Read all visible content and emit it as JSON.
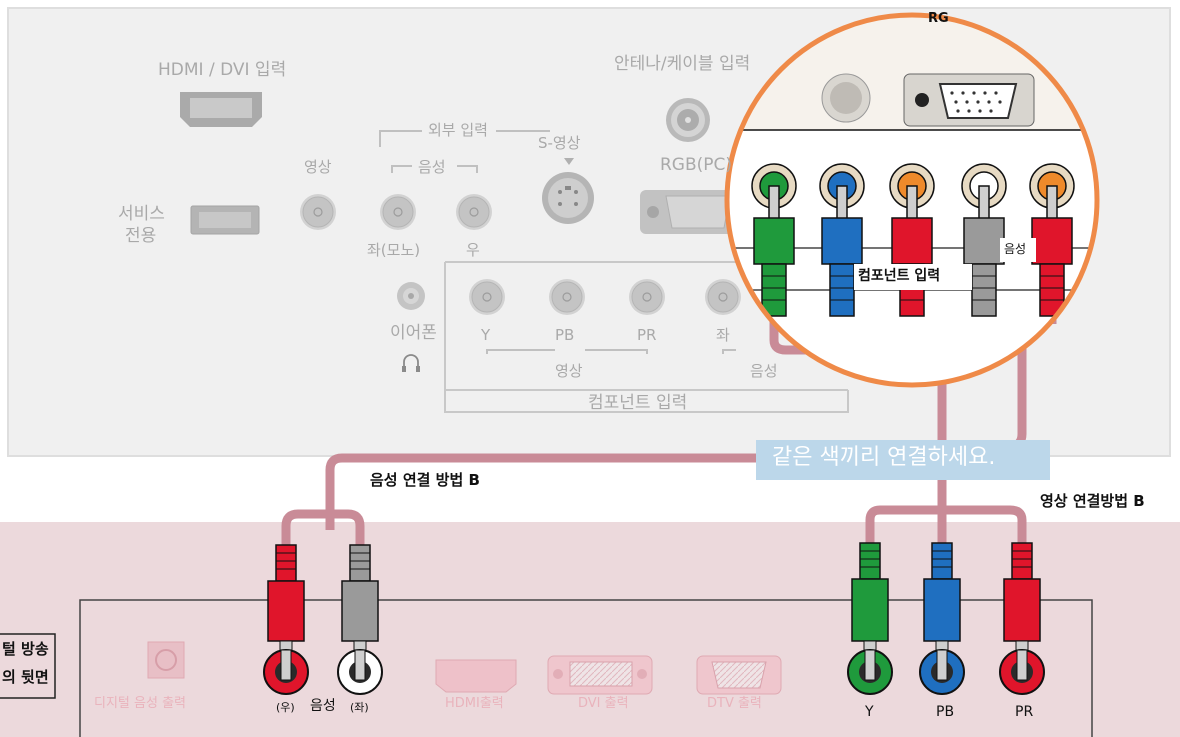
{
  "tv_panel": {
    "hdmi_dvi_label": "HDMI / DVI 입력",
    "antenna_label": "안테나/케이블 입력",
    "external_input_label": "외부 입력",
    "video_label": "영상",
    "audio_label": "음성",
    "s_video_label": "S-영상",
    "rgb_pc_label": "RGB(PC)",
    "service_label_line1": "서비스",
    "service_label_line2": "전용",
    "left_mono_label": "좌(모노)",
    "right_label": "우",
    "earphone_label": "이어폰",
    "y_label": "Y",
    "pb_label": "PB",
    "pr_label": "PR",
    "left_label": "좌",
    "comp_video_label": "영상",
    "comp_audio_label": "음성",
    "component_input_label": "컴포넌트 입력"
  },
  "zoom": {
    "component_label": "컴포넌트 입력",
    "audio_label": "음성",
    "rgb_partial_label": "RG"
  },
  "callout": {
    "text": "같은 색끼리 연결하세요."
  },
  "labels": {
    "audio_method": "음성 연결 방법 B",
    "video_method": "영상 연결방법 B"
  },
  "stb": {
    "side_label_line1": "털 방송",
    "side_label_line2": "의 뒷면",
    "digital_audio_label": "디지털 음성 출력",
    "right_paren": "(우)",
    "audio": "음성",
    "left_paren": "(좌)",
    "hdmi_out": "HDMI출력",
    "dvi_out": "DVI 출력",
    "dtv_out": "DTV 출력",
    "y": "Y",
    "pb": "PB",
    "pr": "PR"
  },
  "colors": {
    "tv_panel_bg": "#f0f0f0",
    "stb_panel_bg": "#ecd9dc",
    "cable": "#c98b97",
    "green": "#1f9a3c",
    "blue": "#1f6fc0",
    "red": "#e0152b",
    "gray": "#9a9a9a",
    "zoom_border": "#ef8a48",
    "callout_bg": "#bcd7ea"
  }
}
